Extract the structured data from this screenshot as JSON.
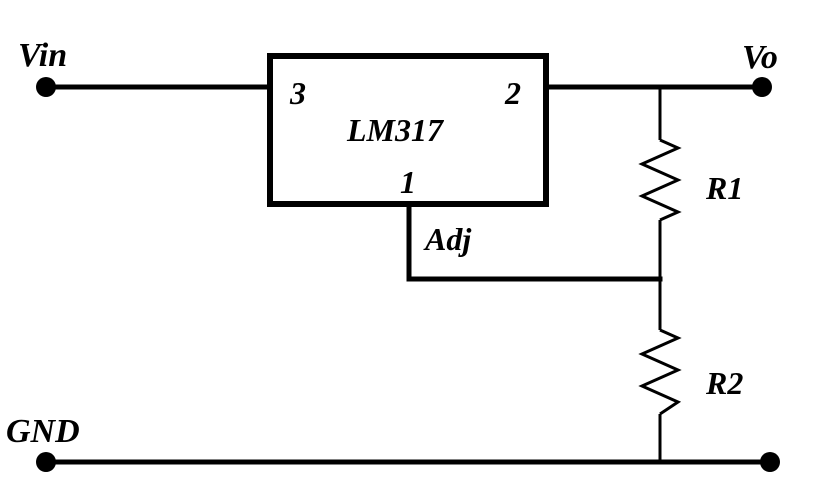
{
  "labels": {
    "vin": "Vin",
    "vo": "Vo",
    "gnd": "GND",
    "chip_name": "LM317",
    "pin_in": "3",
    "pin_out": "2",
    "pin_adj": "1",
    "adj": "Adj",
    "r1": "R1",
    "r2": "R2"
  },
  "colors": {
    "ink": "#000000",
    "background": "#ffffff"
  }
}
